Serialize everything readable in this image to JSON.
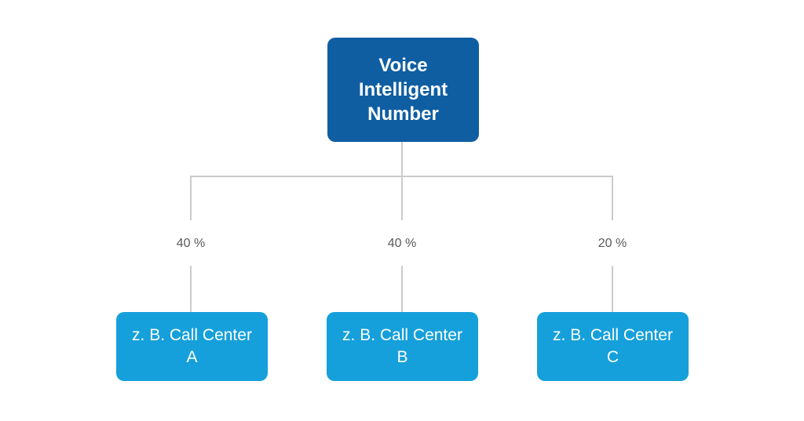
{
  "diagram": {
    "root": {
      "label": "Voice\nIntelligent\nNumber"
    },
    "branches": [
      {
        "percent": "40 %",
        "label": "z. B. Call Center\nA"
      },
      {
        "percent": "40 %",
        "label": "z. B. Call Center\nB"
      },
      {
        "percent": "20 %",
        "label": "z. B. Call Center\nC"
      }
    ],
    "colors": {
      "root_box": "#0F5EA2",
      "child_box": "#16A0DB",
      "connector": "#CBCBCB",
      "percent_text": "#58595B",
      "box_text": "#FFFFFF",
      "background": "#FFFFFF"
    }
  }
}
